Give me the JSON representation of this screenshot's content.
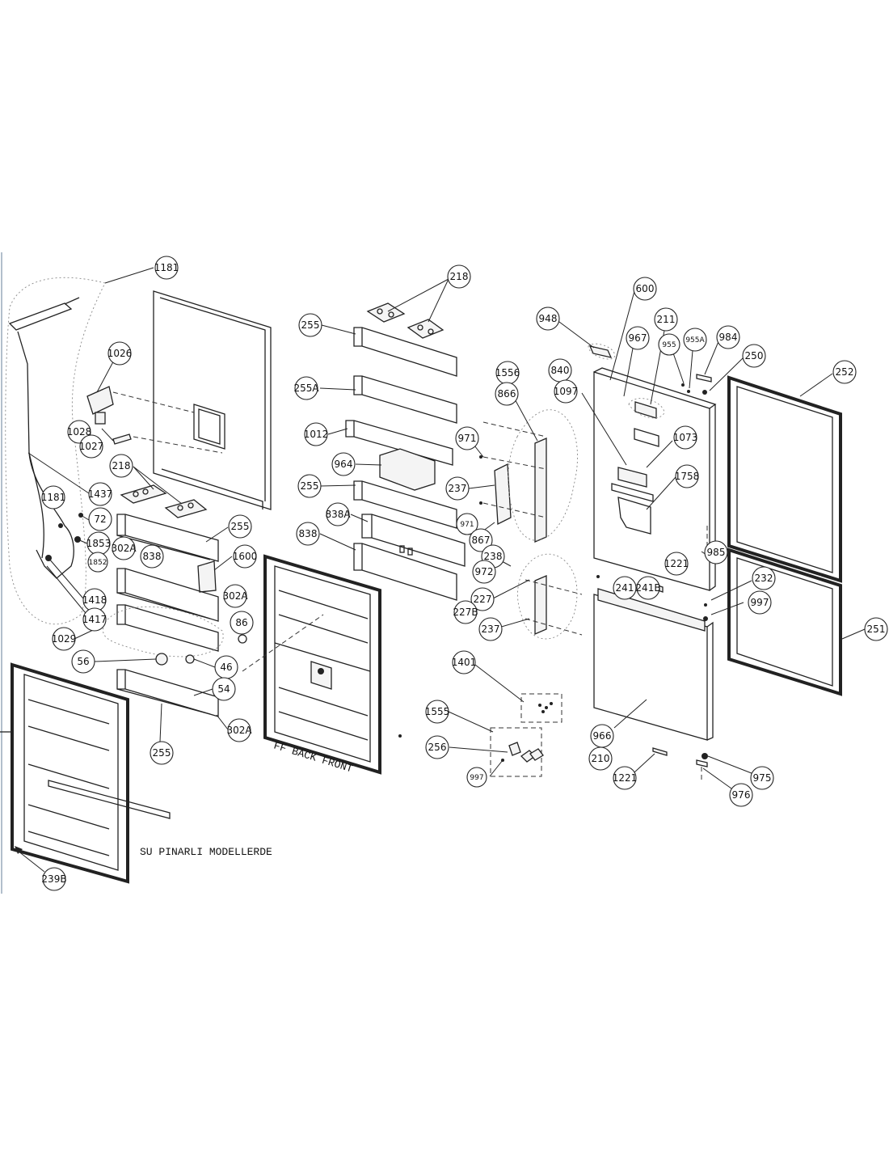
{
  "callouts": {
    "c1181a": "1181",
    "c218a": "218",
    "c255a": "255",
    "c948": "948",
    "c600": "600",
    "c211": "211",
    "c967": "967",
    "c955": "955",
    "c955A": "955A",
    "c984": "984",
    "c250": "250",
    "c252": "252",
    "c1026": "1026",
    "c255A": "255A",
    "c1556": "1556",
    "c840": "840",
    "c1097": "1097",
    "c866": "866",
    "c1028": "1028",
    "c1027": "1027",
    "c971a": "971",
    "c1012": "1012",
    "c1073": "1073",
    "c964": "964",
    "c218b": "218",
    "c1437": "1437",
    "c1181b": "1181",
    "c255b": "255",
    "c237a": "237",
    "c1758": "1758",
    "c72": "72",
    "c838A": "838A",
    "c971b": "971",
    "c1853": "1853",
    "c1852": "1852",
    "c302Aa": "302A",
    "c838a": "838",
    "c838b": "838",
    "c255c": "255",
    "c1600": "1600",
    "c867": "867",
    "c238": "238",
    "c972": "972",
    "c1221a": "1221",
    "c985": "985",
    "c232": "232",
    "c241": "241",
    "c241B": "241B",
    "c1418": "1418",
    "c302Ab": "302A",
    "c227": "227",
    "c227B": "227B",
    "c997a": "997",
    "c1417": "1417",
    "c86": "86",
    "c1029": "1029",
    "c237b": "237",
    "c251": "251",
    "c56": "56",
    "c46": "46",
    "c1401": "1401",
    "c54": "54",
    "c1555": "1555",
    "c302Ac": "302A",
    "c966": "966",
    "c256": "256",
    "c255d": "255",
    "c210": "210",
    "c975": "975",
    "c997b": "997",
    "c1221b": "1221",
    "c976": "976",
    "c239B": "239B"
  },
  "captions": {
    "ff_back_front": "FF BACK FRONT",
    "su_pinarli": "SU PINARLI MODELLERDE"
  }
}
